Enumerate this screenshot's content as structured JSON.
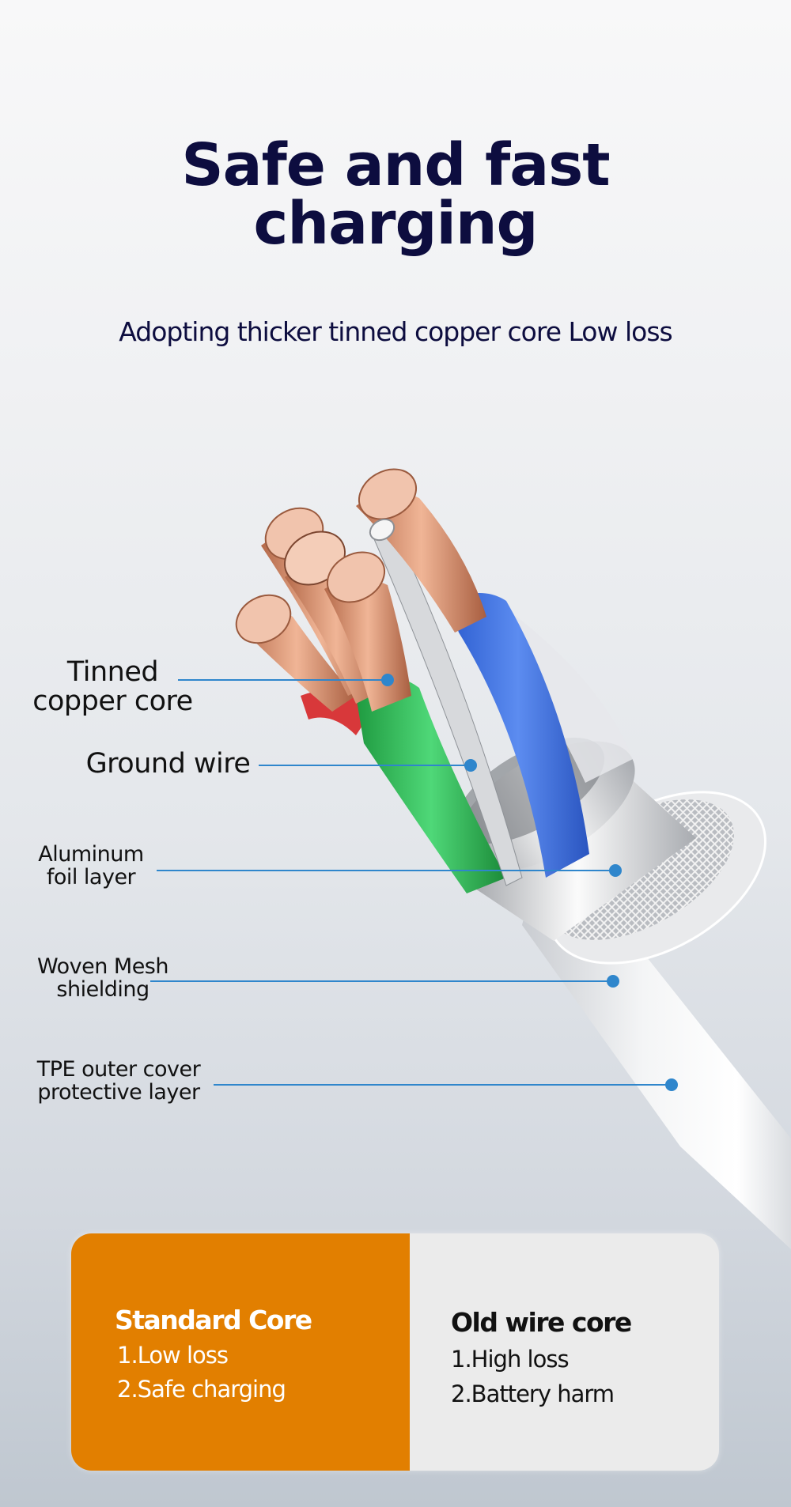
{
  "header": {
    "title_line1": "Safe and fast",
    "title_line2": "charging",
    "subtitle": "Adopting thicker tinned copper core Low loss"
  },
  "callouts": [
    {
      "line1": "Tinned",
      "line2": "copper core"
    },
    {
      "line1": "Ground wire",
      "line2": ""
    },
    {
      "line1": "Aluminum",
      "line2": "foil layer"
    },
    {
      "line1": "Woven Mesh",
      "line2": "shielding"
    },
    {
      "line1": "TPE outer cover",
      "line2": "protective layer"
    }
  ],
  "comparison": {
    "standard": {
      "heading": "Standard Core",
      "items": [
        "1.Low loss",
        "2.Safe charging"
      ]
    },
    "old": {
      "heading": "Old wire core",
      "items": [
        "1.High loss",
        "2.Battery harm"
      ]
    }
  },
  "colors": {
    "title": "#0d0d3f",
    "accent_orange": "#e27f00",
    "panel_gray": "#ebebeb",
    "leader_line": "#2f86cc",
    "wire_blue": "#3a6fe0",
    "wire_green": "#2fbf55",
    "wire_red": "#d8383a",
    "copper": "#d98e6e"
  }
}
